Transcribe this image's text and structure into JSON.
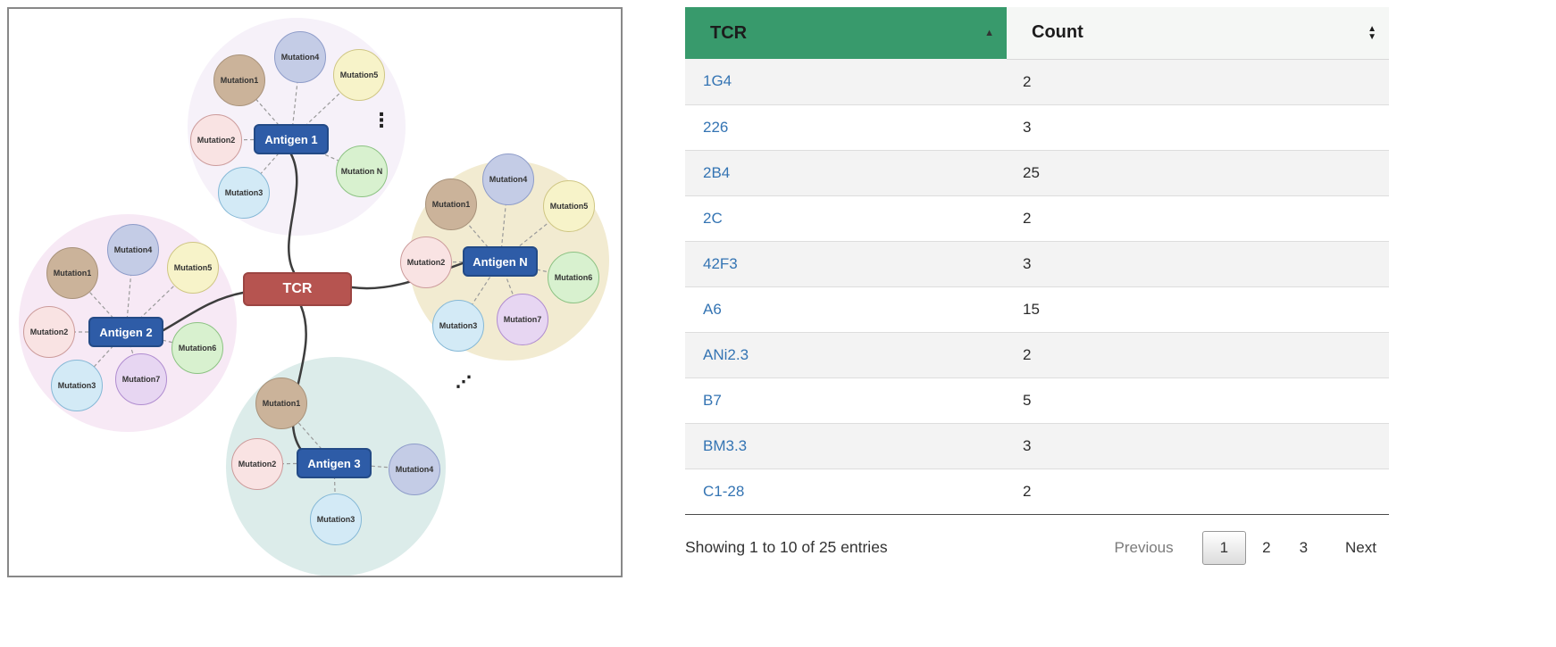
{
  "colors": {
    "header_green": "#389a6c",
    "link_blue": "#3474b3",
    "tcr_node_red": "#b65450",
    "antigen_blue": "#2e5ca7"
  },
  "icons": {
    "sort_asc": "▲",
    "sort_up": "▲",
    "sort_down": "▼"
  },
  "diagram": {
    "tcr": "TCR",
    "ellipsis_vertical": "⋮",
    "ellipsis_diagonal": "⋰",
    "clusters": [
      {
        "antigen": "Antigen 1",
        "mutations": [
          "Mutation1",
          "Mutation4",
          "Mutation5",
          "Mutation2",
          "Mutation3",
          "Mutation N"
        ]
      },
      {
        "antigen": "Antigen N",
        "mutations": [
          "Mutation4",
          "Mutation1",
          "Mutation5",
          "Mutation2",
          "Mutation6",
          "Mutation3",
          "Mutation7"
        ]
      },
      {
        "antigen": "Antigen 2",
        "mutations": [
          "Mutation4",
          "Mutation1",
          "Mutation5",
          "Mutation2",
          "Mutation6",
          "Mutation3",
          "Mutation7"
        ]
      },
      {
        "antigen": "Antigen 3",
        "mutations": [
          "Mutation1",
          "Mutation2",
          "Mutation4",
          "Mutation3"
        ]
      }
    ]
  },
  "table": {
    "columns": [
      {
        "label": "TCR"
      },
      {
        "label": "Count"
      }
    ],
    "rows": [
      {
        "tcr": "1G4",
        "count": "2"
      },
      {
        "tcr": "226",
        "count": "3"
      },
      {
        "tcr": "2B4",
        "count": "25"
      },
      {
        "tcr": "2C",
        "count": "2"
      },
      {
        "tcr": "42F3",
        "count": "3"
      },
      {
        "tcr": "A6",
        "count": "15"
      },
      {
        "tcr": "ANi2.3",
        "count": "2"
      },
      {
        "tcr": "B7",
        "count": "5"
      },
      {
        "tcr": "BM3.3",
        "count": "3"
      },
      {
        "tcr": "C1-28",
        "count": "2"
      }
    ],
    "info": "Showing 1 to 10 of 25 entries",
    "pagination": {
      "previous": "Previous",
      "pages": [
        "1",
        "2",
        "3"
      ],
      "active": "1",
      "next": "Next"
    }
  }
}
